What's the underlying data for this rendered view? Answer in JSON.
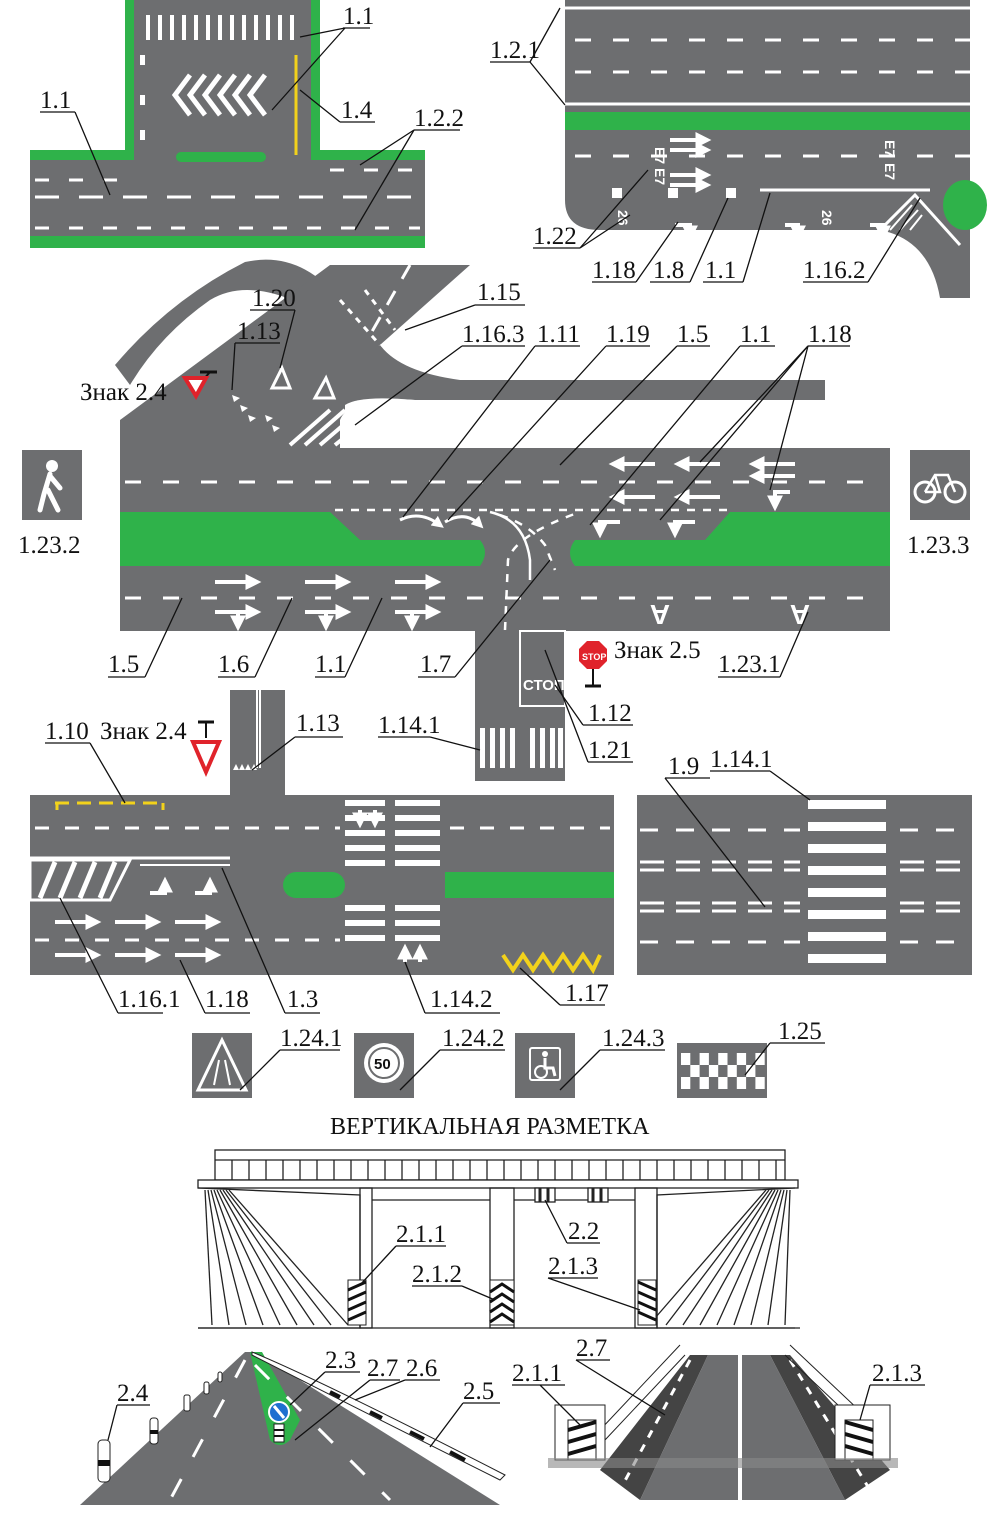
{
  "labels": {
    "l_1_1_a": "1.1",
    "l_1_1_b": "1.1",
    "l_1_4": "1.4",
    "l_1_2_2": "1.2.2",
    "l_1_2_1": "1.2.1",
    "l_1_22": "1.22",
    "l_1_18_a": "1.18",
    "l_1_8": "1.8",
    "l_1_1_c": "1.1",
    "l_1_16_2": "1.16.2",
    "l_1_15": "1.15",
    "l_1_20": "1.20",
    "l_1_13_a": "1.13",
    "l_1_16_3": "1.16.3",
    "l_1_11": "1.11",
    "l_1_19": "1.19",
    "l_1_5_a": "1.5",
    "l_1_1_d": "1.1",
    "l_1_18_b": "1.18",
    "sign_2_4_a": "Знак 2.4",
    "l_1_23_2": "1.23.2",
    "l_1_23_3": "1.23.3",
    "l_1_5_b": "1.5",
    "l_1_6": "1.6",
    "l_1_1_e": "1.1",
    "l_1_7": "1.7",
    "l_1_23_1": "1.23.1",
    "sign_2_5": "Знак 2.5",
    "l_1_12": "1.12",
    "l_1_21": "1.21",
    "l_1_14_1_a": "1.14.1",
    "l_1_10": "1.10",
    "sign_2_4_b": "Знак 2.4",
    "l_1_13_b": "1.13",
    "l_1_9": "1.9",
    "l_1_14_1_b": "1.14.1",
    "l_1_16_1": "1.16.1",
    "l_1_18_c": "1.18",
    "l_1_3": "1.3",
    "l_1_14_2": "1.14.2",
    "l_1_17": "1.17",
    "l_1_24_1": "1.24.1",
    "l_1_24_2": "1.24.2",
    "l_1_24_3": "1.24.3",
    "l_1_25": "1.25",
    "vertical_title": "ВЕРТИКАЛЬНАЯ РАЗМЕТКА",
    "l_2_1_1_a": "2.1.1",
    "l_2_2": "2.2",
    "l_2_1_2": "2.1.2",
    "l_2_1_3_a": "2.1.3",
    "l_2_3": "2.3",
    "l_2_7_a": "2.7",
    "l_2_6": "2.6",
    "l_2_5": "2.5",
    "l_2_4": "2.4",
    "l_2_1_1_b": "2.1.1",
    "l_2_7_b": "2.7",
    "l_2_1_3_b": "2.1.3"
  },
  "road_text": {
    "stop_word": "СТОП",
    "stop_sign": "STOP",
    "speed_50": "50",
    "route_e7": "E7",
    "route_26": "26"
  },
  "colors": {
    "road": "#6d6e70",
    "grass": "#2fb24a",
    "yellow": "#f2d21b",
    "red": "#e0232b",
    "marking": "#ffffff"
  }
}
